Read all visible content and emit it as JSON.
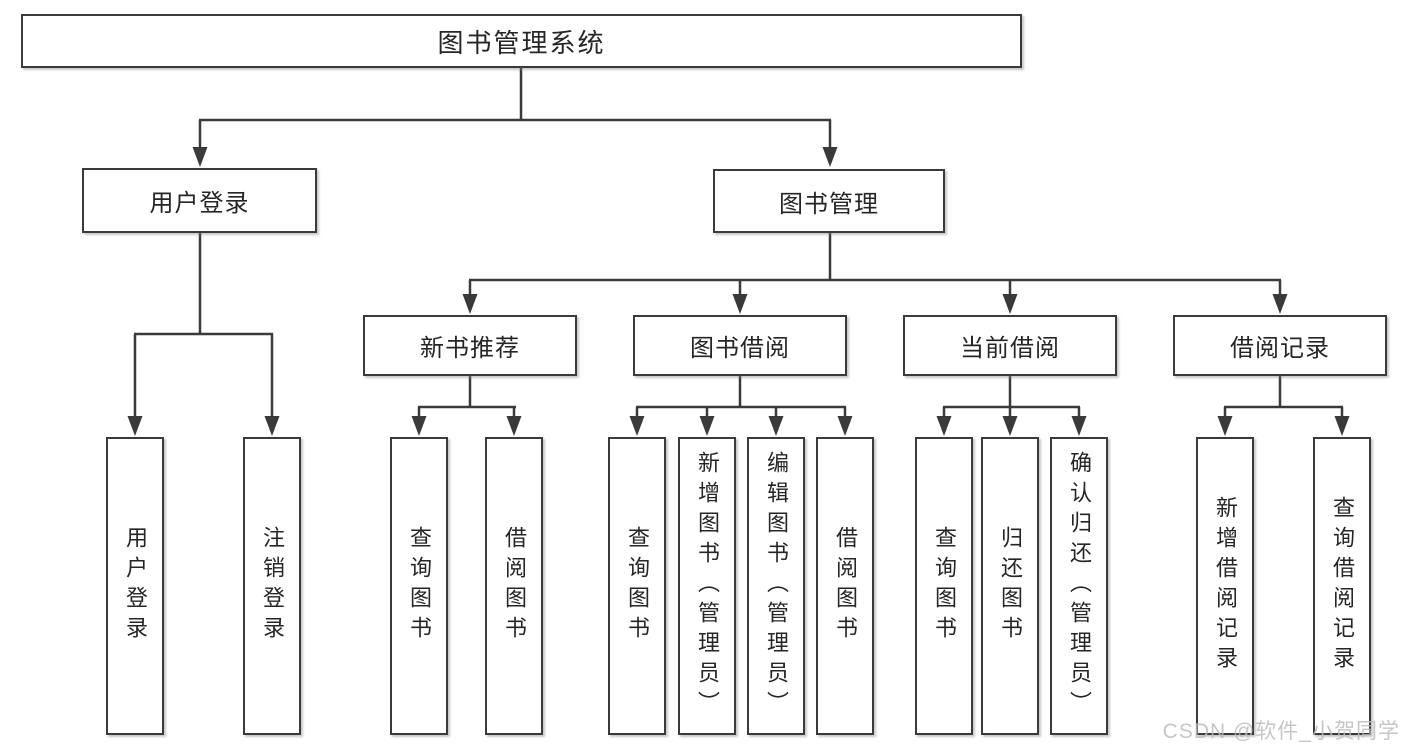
{
  "tree": {
    "label": "图书管理系统",
    "children": [
      {
        "label": "用户登录",
        "children": [
          {
            "label": "用户登录"
          },
          {
            "label": "注销登录"
          }
        ]
      },
      {
        "label": "图书管理",
        "children": [
          {
            "label": "新书推荐",
            "children": [
              {
                "label": "查询图书"
              },
              {
                "label": "借阅图书"
              }
            ]
          },
          {
            "label": "图书借阅",
            "children": [
              {
                "label": "查询图书"
              },
              {
                "label": "新增图书（管理员）"
              },
              {
                "label": "编辑图书（管理员）"
              },
              {
                "label": "借阅图书"
              }
            ]
          },
          {
            "label": "当前借阅",
            "children": [
              {
                "label": "查询图书"
              },
              {
                "label": "归还图书"
              },
              {
                "label": "确认归还（管理员）"
              }
            ]
          },
          {
            "label": "借阅记录",
            "children": [
              {
                "label": "新增借阅记录"
              },
              {
                "label": "查询借阅记录"
              }
            ]
          }
        ]
      }
    ]
  },
  "watermark": {
    "text": "CSDN @软件_小贺同学"
  },
  "colors": {
    "line": "#3a3a3a",
    "box_border": "#3a3a3a",
    "box_fill": "#ffffff",
    "text": "#262626",
    "watermark": "#bdbdbd",
    "background": "#ffffff"
  }
}
